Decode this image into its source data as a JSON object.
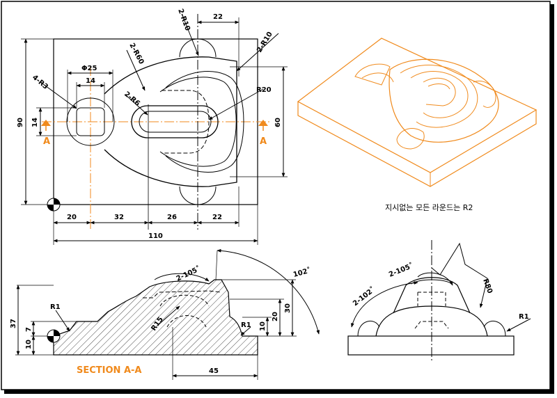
{
  "colors": {
    "accent": "#f08a1c",
    "line": "#000000",
    "center": "#f08a1c"
  },
  "top_view": {
    "dims": {
      "d_2r10_a": "2-R10",
      "d_22_top": "22",
      "d_2r10_b": "2-R10",
      "d_2r60": "2-R60",
      "d_phi25": "Φ25",
      "d_14_top": "14",
      "d_4r3": "4-R3",
      "d_2r6": "2-R6",
      "d_r20": "R20",
      "d_90": "90",
      "d_14_left": "14",
      "d_60": "60",
      "d_20": "20",
      "d_32": "32",
      "d_26": "26",
      "d_22_bot": "22",
      "d_110": "110"
    },
    "section_marker_left": "A",
    "section_marker_right": "A"
  },
  "iso_note": "지시없는 모든 라운드는 R2",
  "section_view": {
    "title": "SECTION A-A",
    "dims": {
      "d_2_105": "2-105˚",
      "d_102": "102˚",
      "d_r1_left": "R1",
      "d_r15": "R15",
      "d_r1_right": "R1",
      "d_37": "37",
      "d_7": "7",
      "d_10_left": "10",
      "d_30": "30",
      "d_20": "20",
      "d_10_right": "10",
      "d_45": "45"
    }
  },
  "side_view": {
    "dims": {
      "d_2_105": "2-105˚",
      "d_2_102": "2-102˚",
      "d_r80": "R80",
      "d_r1": "R1"
    }
  }
}
